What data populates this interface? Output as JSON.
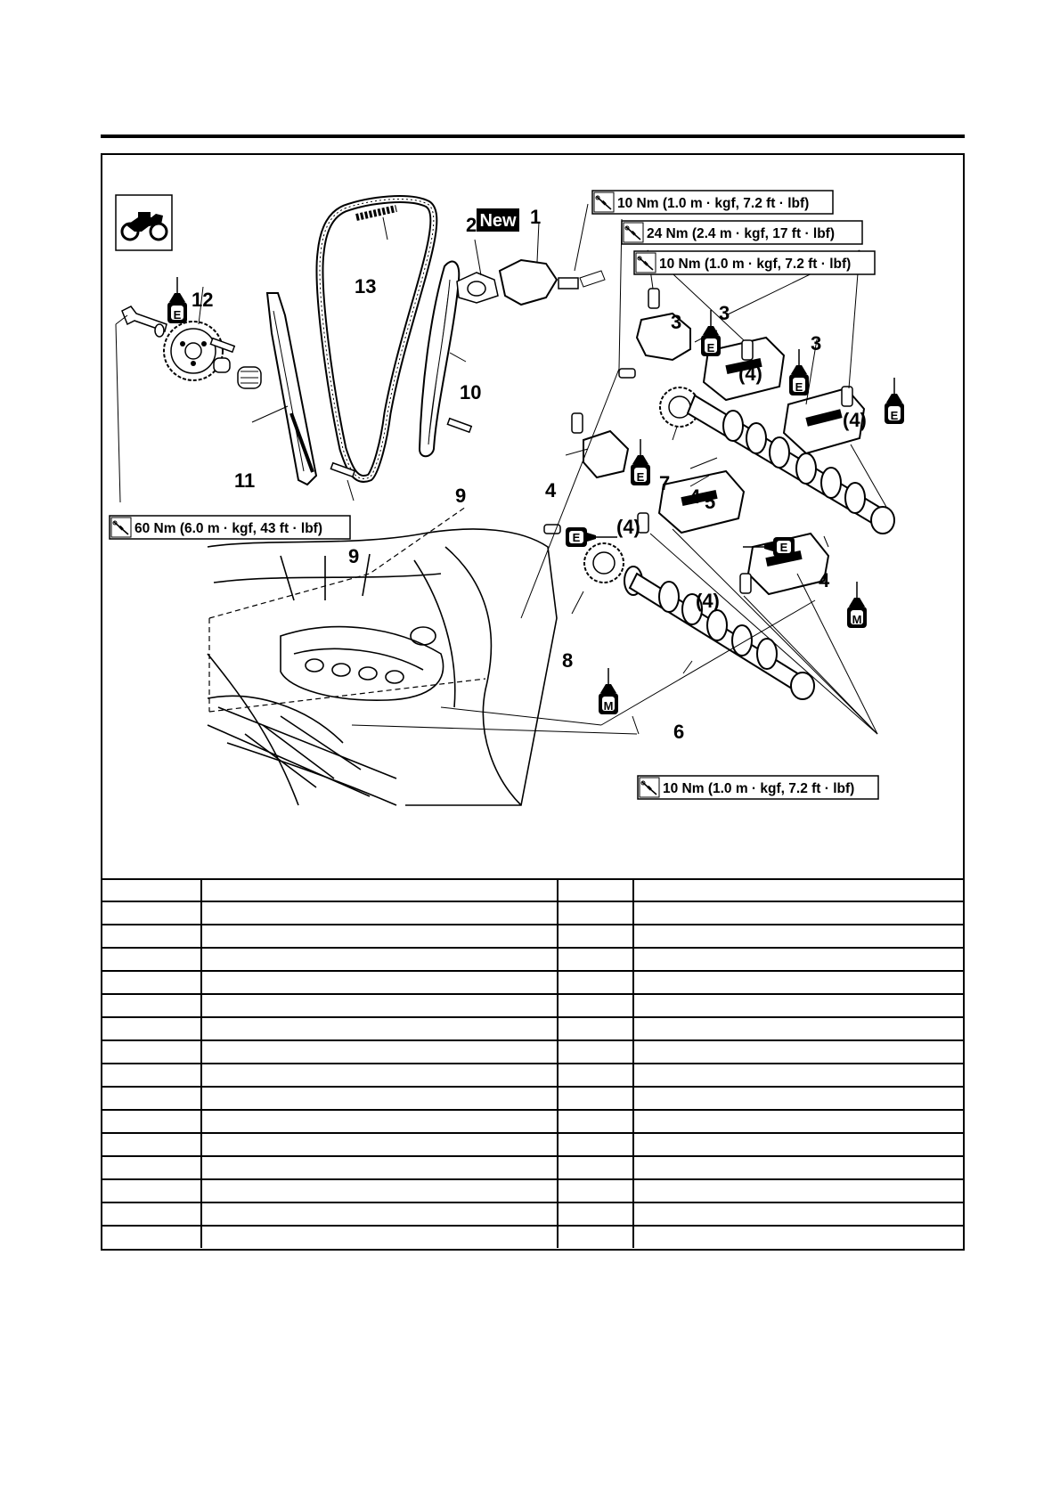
{
  "diagram": {
    "new_badge": "New",
    "torque_specs": {
      "t1": "10 Nm (1.0 m · kgf, 7.2 ft · lbf)",
      "t2": "24 Nm (2.4 m · kgf, 17 ft · lbf)",
      "t3": "10 Nm (1.0 m · kgf, 7.2 ft · lbf)",
      "t4": "60 Nm (6.0 m · kgf, 43 ft · lbf)",
      "t5": "10 Nm (1.0 m · kgf, 7.2 ft · lbf)"
    },
    "lubricant_codes": {
      "engine_oil": "E",
      "molybdenum": "M"
    },
    "part_callouts": [
      "1",
      "2",
      "3",
      "3",
      "3",
      "4",
      "4",
      "4",
      "5",
      "6",
      "7",
      "8",
      "9",
      "9",
      "10",
      "11",
      "12",
      "13",
      "(4)",
      "(4)",
      "(4)",
      "(4)"
    ],
    "icons": [
      "motorcycle-icon",
      "torque-wrench-icon",
      "oil-can-icon"
    ]
  },
  "parts_table": {
    "rows": 16,
    "columns": 4
  }
}
